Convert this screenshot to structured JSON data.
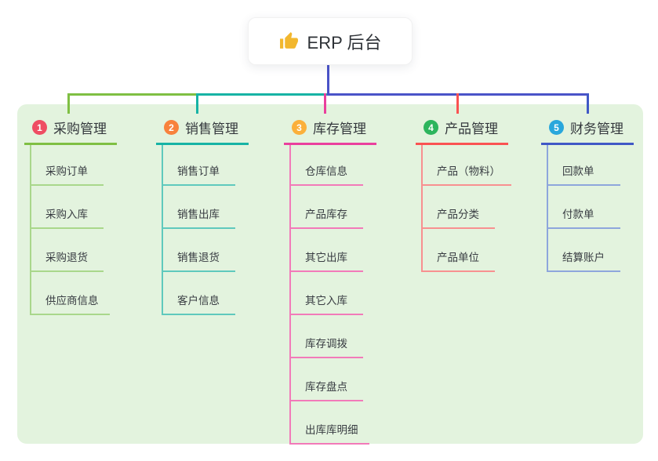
{
  "root": {
    "title": "ERP 后台",
    "icon": "thumbs-up-icon"
  },
  "connector_color": "#4a53c8",
  "panel_color": "#e3f3de",
  "branches": [
    {
      "number": "1",
      "label": "采购管理",
      "badge_color": "#ef4d63",
      "color": "#7fbf43",
      "light_color": "#a9d78b",
      "items": [
        "采购订单",
        "采购入库",
        "采购退货",
        "供应商信息"
      ]
    },
    {
      "number": "2",
      "label": "销售管理",
      "badge_color": "#f8823c",
      "color": "#17b3a5",
      "light_color": "#5fc9bd",
      "items": [
        "销售订单",
        "销售出库",
        "销售退货",
        "客户信息"
      ]
    },
    {
      "number": "3",
      "label": "库存管理",
      "badge_color": "#fbb03b",
      "color": "#ea3f9d",
      "light_color": "#f27ab9",
      "items": [
        "仓库信息",
        "产品库存",
        "其它出库",
        "其它入库",
        "库存调拨",
        "库存盘点",
        "出库库明细"
      ]
    },
    {
      "number": "4",
      "label": "产品管理",
      "badge_color": "#2db55d",
      "color": "#fa5252",
      "light_color": "#f89090",
      "items": [
        "产品（物料）",
        "产品分类",
        "产品单位"
      ]
    },
    {
      "number": "5",
      "label": "财务管理",
      "badge_color": "#29a7dc",
      "color": "#4058c6",
      "light_color": "#8ea6dc",
      "items": [
        "回款单",
        "付款单",
        "结算账户"
      ]
    }
  ]
}
